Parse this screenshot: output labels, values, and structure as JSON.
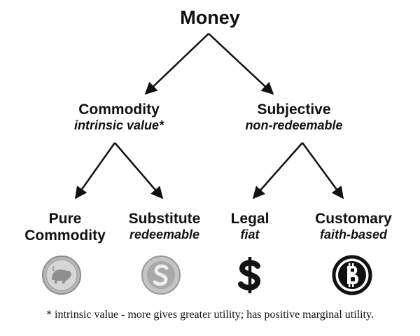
{
  "root": {
    "label": "Money"
  },
  "level1": [
    {
      "label": "Commodity",
      "sub": "intrinsic value*"
    },
    {
      "label": "Subjective",
      "sub": "non-redeemable"
    }
  ],
  "level2": [
    {
      "label": "Pure",
      "label2": "Commodity",
      "sub": "",
      "icon": "silver-coin-icon"
    },
    {
      "label": "Substitute",
      "label2": "",
      "sub": "redeemable",
      "icon": "silver-s-coin-icon"
    },
    {
      "label": "Legal",
      "label2": "",
      "sub": "fiat",
      "icon": "dollar-sign-icon"
    },
    {
      "label": "Customary",
      "label2": "",
      "sub": "faith-based",
      "icon": "bitcoin-icon"
    }
  ],
  "footnote": "* intrinsic value - more gives greater utility; has positive marginal utility.",
  "colors": {
    "ink": "#111111",
    "silver": "#b8b8b8",
    "silver_dark": "#8c8c8c"
  }
}
